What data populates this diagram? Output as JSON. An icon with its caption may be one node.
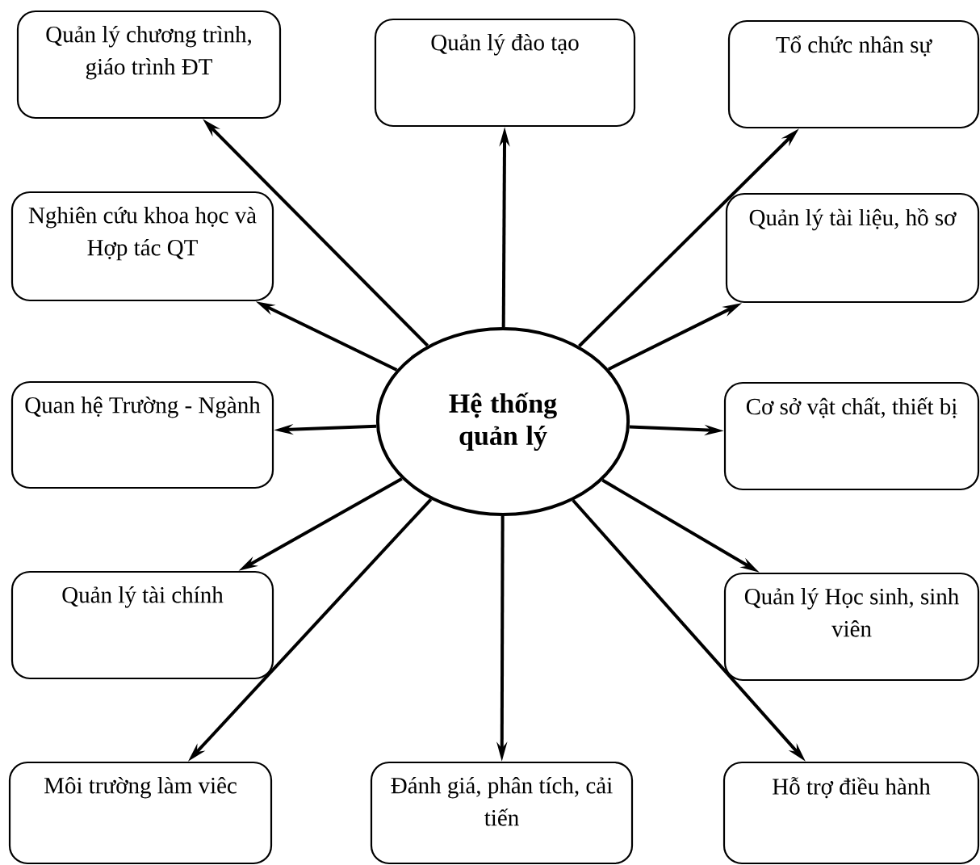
{
  "diagram": {
    "nodes": [
      {
        "text": [
          "Hệ thống quản lý"
        ]
      },
      {
        "text": [
          "Quản lý chương trình, giáo trình ĐT"
        ]
      },
      {
        "text": [
          "Quản lý đào tạo"
        ]
      },
      {
        "text": [
          "Tổ chức nhân sự"
        ]
      },
      {
        "text": [
          "Nghiên cứu khoa học và Hợp tác QT"
        ]
      },
      {
        "text": [
          "Quản lý tài liệu, hồ sơ"
        ]
      },
      {
        "text": [
          "Quan hệ Trường - Ngành"
        ]
      },
      {
        "text": [
          "Cơ sở vật chất, thiết bị"
        ]
      },
      {
        "text": [
          "Quản lý tài chính"
        ]
      },
      {
        "text": [
          "Quản lý Học sinh, sinh viên"
        ]
      },
      {
        "text": [
          "Môi trường làm viêc"
        ]
      },
      {
        "text": [
          "Đánh giá, phân tích, cải tiến"
        ]
      },
      {
        "text": [
          "Hỗ trợ điều hành"
        ]
      }
    ],
    "edges": [
      {
        "from": 0,
        "to": 1,
        "arrow": "to"
      },
      {
        "from": 0,
        "to": 2,
        "arrow": "to"
      },
      {
        "from": 0,
        "to": 3,
        "arrow": "to"
      },
      {
        "from": 0,
        "to": 4,
        "arrow": "to"
      },
      {
        "from": 0,
        "to": 5,
        "arrow": "to"
      },
      {
        "from": 0,
        "to": 6,
        "arrow": "to"
      },
      {
        "from": 0,
        "to": 7,
        "arrow": "to"
      },
      {
        "from": 0,
        "to": 8,
        "arrow": "to"
      },
      {
        "from": 0,
        "to": 9,
        "arrow": "to"
      },
      {
        "from": 0,
        "to": 10,
        "arrow": "to"
      },
      {
        "from": 0,
        "to": 11,
        "arrow": "to"
      },
      {
        "from": 0,
        "to": 12,
        "arrow": "to"
      }
    ]
  }
}
